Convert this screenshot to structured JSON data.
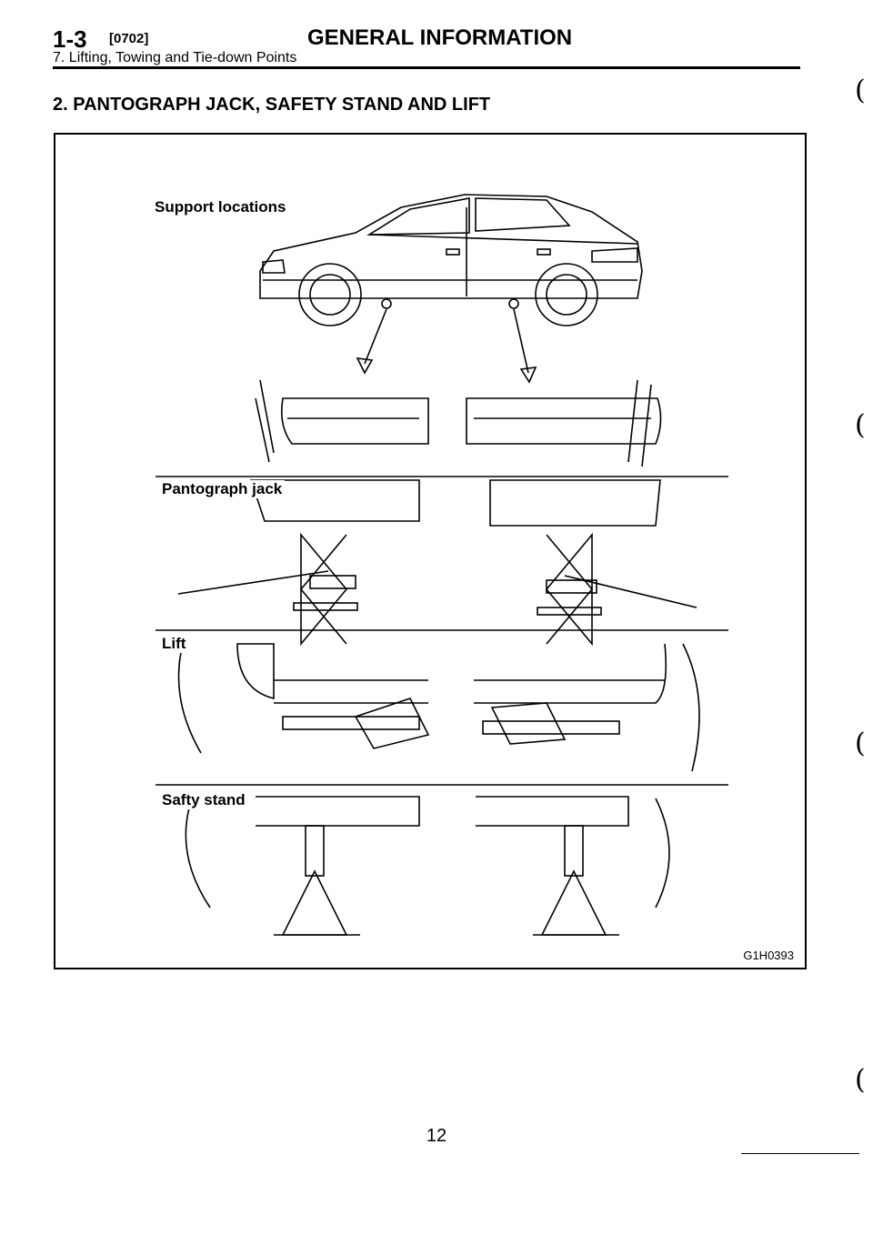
{
  "header": {
    "chapter": "1-3",
    "code": "[0702]",
    "title": "GENERAL INFORMATION",
    "subtitle": "7. Lifting, Towing and Tie-down Points"
  },
  "section": {
    "title": "2. PANTOGRAPH JACK, SAFETY STAND AND LIFT"
  },
  "figure": {
    "labels": {
      "support": "Support locations",
      "jack": "Pantograph jack",
      "lift": "Lift",
      "stand": "Safty stand"
    },
    "id": "G1H0393"
  },
  "footer": {
    "page_number": "12"
  }
}
